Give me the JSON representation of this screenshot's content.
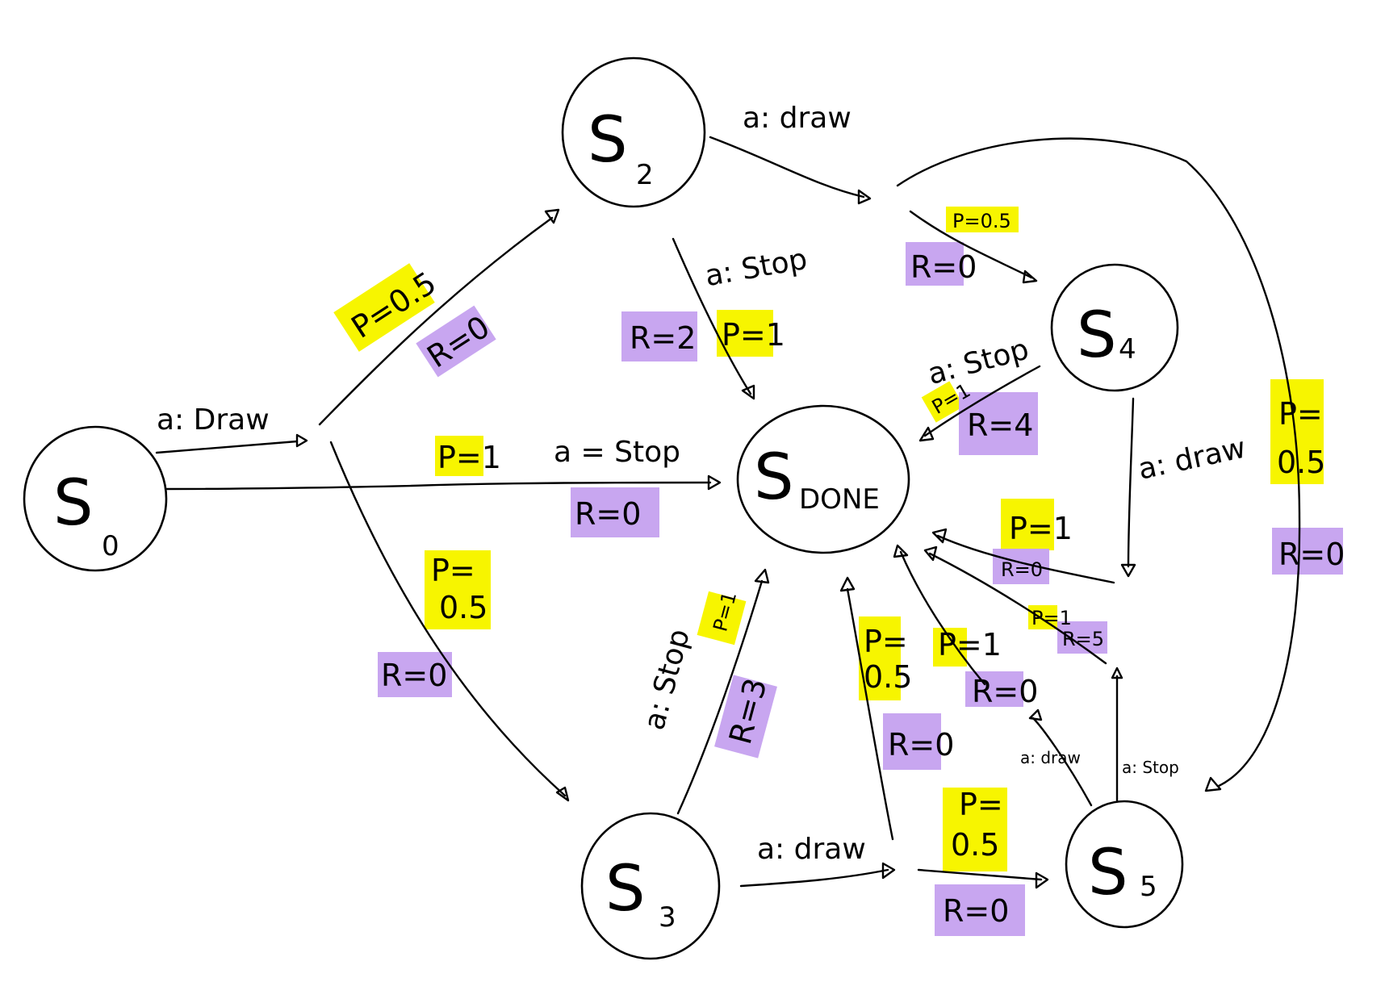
{
  "colors": {
    "probability_highlight": "#f7f500",
    "reward_highlight": "#c8a6f0",
    "ink": "#000000"
  },
  "states": {
    "s0": {
      "main": "S",
      "sub": "0"
    },
    "s2": {
      "main": "S",
      "sub": "2"
    },
    "s3": {
      "main": "S",
      "sub": "3"
    },
    "s4": {
      "main": "S",
      "sub": "4"
    },
    "s5": {
      "main": "S",
      "sub": "5"
    },
    "done": {
      "main": "S",
      "sub": "DONE"
    }
  },
  "edges": {
    "s0_draw": {
      "action": "a: Draw"
    },
    "s0_stop": {
      "action": "a = Stop",
      "p": "P=1",
      "r": "R=0"
    },
    "s0_to_s2": {
      "p": "P=0.5",
      "r": "R=0"
    },
    "s0_to_s3": {
      "p_line1": "P=",
      "p_line2": "0.5",
      "r": "R=0"
    },
    "s2_draw": {
      "action": "a: draw"
    },
    "s2_to_s4": {
      "p": "P=0.5",
      "r": "R=0"
    },
    "s2_to_s5": {
      "p_line1": "P=",
      "p_line2": "0.5",
      "r": "R=0"
    },
    "s2_stop": {
      "action": "a: Stop",
      "p": "P=1",
      "r": "R=2"
    },
    "s4_stop": {
      "action": "a: Stop",
      "p": "P=1",
      "r": "R=4"
    },
    "s4_draw": {
      "action": "a: draw",
      "p": "P=1",
      "r": "R=0"
    },
    "s3_stop": {
      "action": "a: Stop",
      "p": "P=1",
      "r": "R=3"
    },
    "s3_draw": {
      "action": "a: draw"
    },
    "s3_to_s5": {
      "p_line1": "P=",
      "p_line2": "0.5",
      "r": "R=0"
    },
    "s3_to_done": {
      "p_line1": "P=",
      "p_line2": "0.5",
      "r": "R=0"
    },
    "s5_draw": {
      "action": "a: draw",
      "p": "P=1",
      "r": "R=0"
    },
    "s5_stop": {
      "action": "a: Stop",
      "p": "P=1",
      "r": "R=5"
    }
  }
}
